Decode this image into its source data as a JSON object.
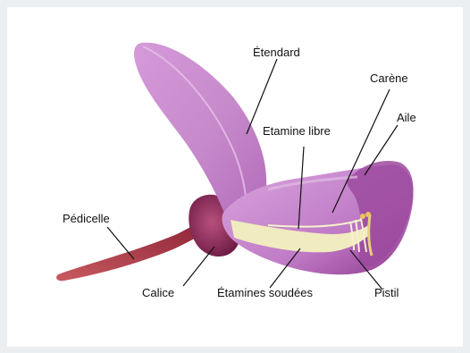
{
  "labels": {
    "etendard": "Étendard",
    "carene": "Carène",
    "aile": "Aile",
    "etamine_libre": "Etamine libre",
    "pedicelle": "Pédicelle",
    "calice": "Calice",
    "etamines_soudees": "Étamines soudées",
    "pistil": "Pistil"
  },
  "colors": {
    "petal": "#c889cf",
    "petal_dark": "#9a3f92",
    "calyx": "#8d2a57",
    "pedicel": "#a1303f",
    "stamen": "#eee8b8",
    "leader_line": "#111111"
  }
}
